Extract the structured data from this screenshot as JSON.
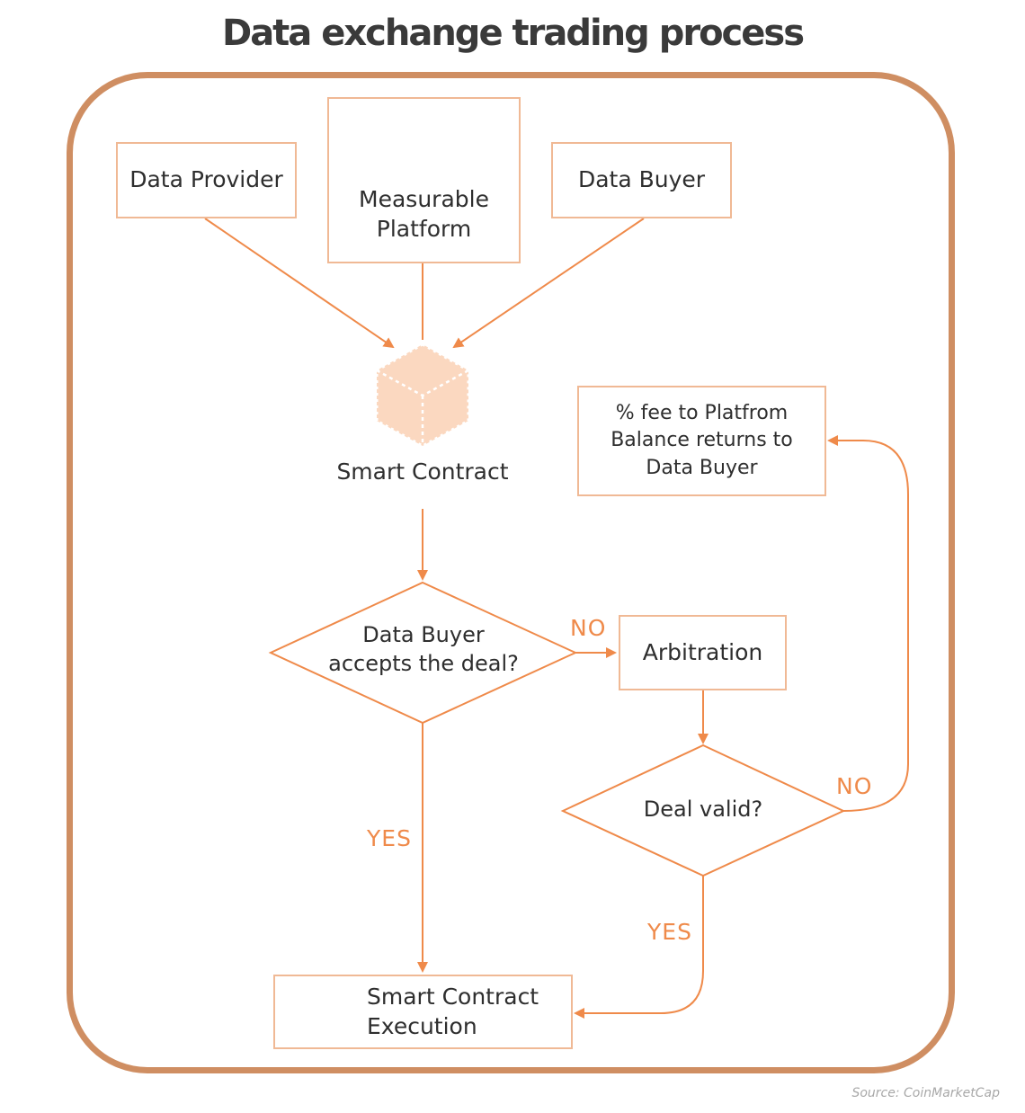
{
  "title": "Data exchange trading process",
  "nodes": {
    "data_provider": "Data Provider",
    "measurable_platform": "Measurable Platform",
    "data_buyer": "Data Buyer",
    "smart_contract": "Smart Contract",
    "fee_box": {
      "line1": "% fee to Platfrom",
      "line2": "Balance returns to",
      "line3": "Data Buyer"
    },
    "decision_accept": {
      "line1": "Data Buyer",
      "line2": "accepts the deal?"
    },
    "arbitration": "Arbitration",
    "decision_valid": "Deal valid?",
    "execution": {
      "line1": "Smart Contract",
      "line2": "Execution"
    }
  },
  "edge_labels": {
    "accept_no": "NO",
    "accept_yes": "YES",
    "valid_no": "NO",
    "valid_yes": "YES"
  },
  "icons": {
    "platform": "cloud-icon",
    "smart_contract": "cube-icon",
    "execution": "cube-icon"
  },
  "colors": {
    "frame": "#cf8e62",
    "arrow": "#ef8a4a",
    "box_border": "#f0b995",
    "cube_fill": "#fbd8c0"
  },
  "source": "Source: CoinMarketCap"
}
